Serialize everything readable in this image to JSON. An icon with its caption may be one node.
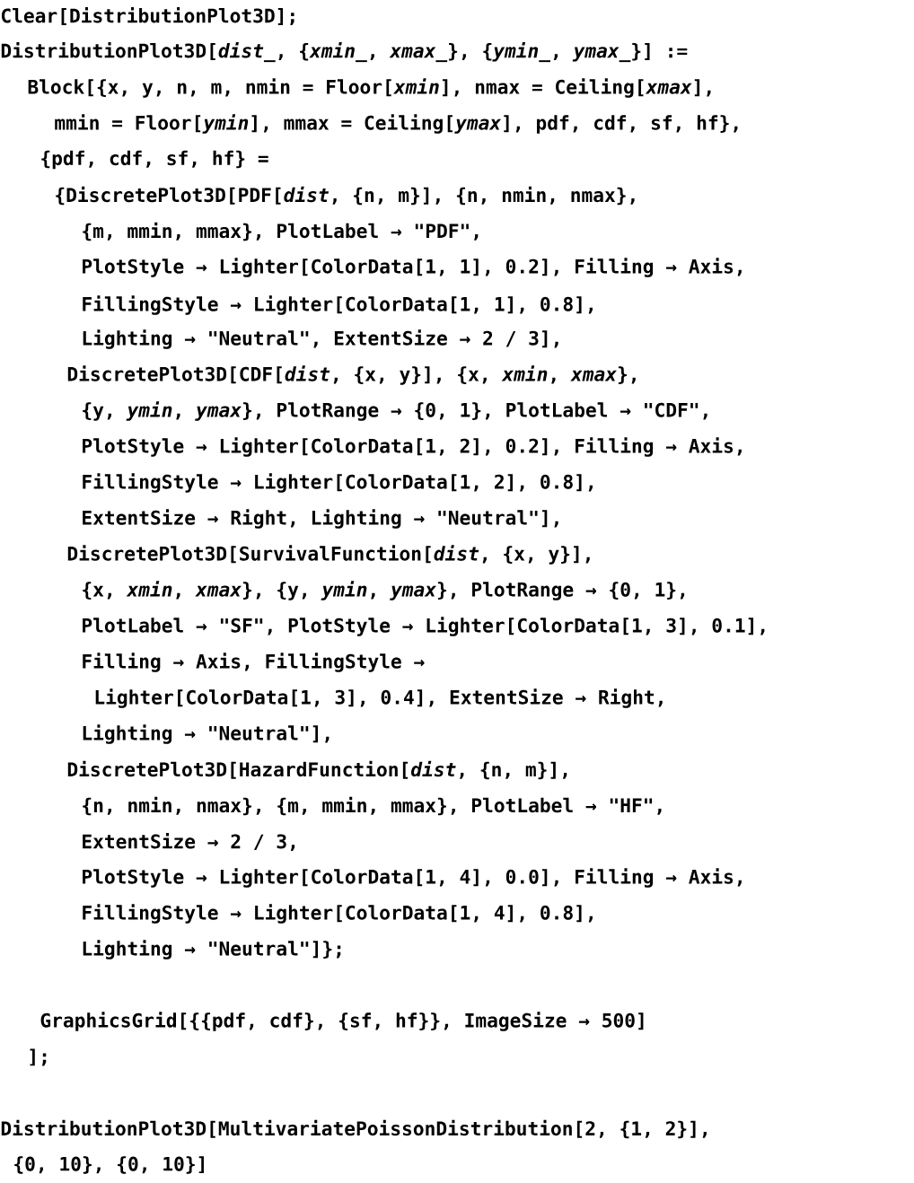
{
  "diagram": {
    "labels": [
      "Clear[DistributionPlot3D];",
      "DistributionPlot3D[*dist_*, {*xmin_*, *xmax_*}, {*ymin_*, *ymax_*}] :=",
      "Block[{x, y, n, m, nmin = Floor[*xmin*], nmax = Ceiling[*xmax*],",
      "mmin = Floor[*ymin*], mmax = Ceiling[*ymax*], pdf, cdf, sf, hf},",
      "{pdf, cdf, sf, hf} =",
      "{DiscretePlot3D[PDF[*dist*, {n, m}], {n, nmin, nmax},",
      "{m, mmin, mmax}, PlotLabel → \"PDF\",",
      "PlotStyle → Lighter[ColorData[1, 1], 0.2], Filling → Axis,",
      "FillingStyle → Lighter[ColorData[1, 1], 0.8],",
      "Lighting → \"Neutral\", ExtentSize → 2 / 3],",
      "DiscretePlot3D[CDF[*dist*, {x, y}], {x, *xmin*, *xmax*},",
      "{y, *ymin*, *ymax*}, PlotRange → {0, 1}, PlotLabel → \"CDF\",",
      "PlotStyle → Lighter[ColorData[1, 2], 0.2], Filling → Axis,",
      "FillingStyle → Lighter[ColorData[1, 2], 0.8],",
      "ExtentSize → Right, Lighting → \"Neutral\"],",
      "DiscretePlot3D[SurvivalFunction[*dist*, {x, y}],",
      "{x, *xmin*, *xmax*}, {y, *ymin*, *ymax*}, PlotRange → {0, 1},",
      "PlotLabel → \"SF\", PlotStyle → Lighter[ColorData[1, 3], 0.1],",
      "Filling → Axis, FillingStyle →",
      "Lighter[ColorData[1, 3], 0.4], ExtentSize → Right,",
      "Lighting → \"Neutral\"],",
      "DiscretePlot3D[HazardFunction[*dist*, {n, m}],",
      "{n, nmin, nmax}, {m, mmin, mmax}, PlotLabel → \"HF\",",
      "ExtentSize → 2 / 3,",
      "PlotStyle → Lighter[ColorData[1, 4], 0.0], Filling → Axis,",
      "FillingStyle → Lighter[ColorData[1, 4], 0.8],",
      "Lighting → \"Neutral\"]};",
      "GraphicsGrid[{{pdf, cdf}, {sf, hf}}, ImageSize → 500]",
      "];",
      "DistributionPlot3D[MultivariatePoissonDistribution[2, {1, 2}],",
      "{0, 10}, {0, 10}]"
    ]
  }
}
